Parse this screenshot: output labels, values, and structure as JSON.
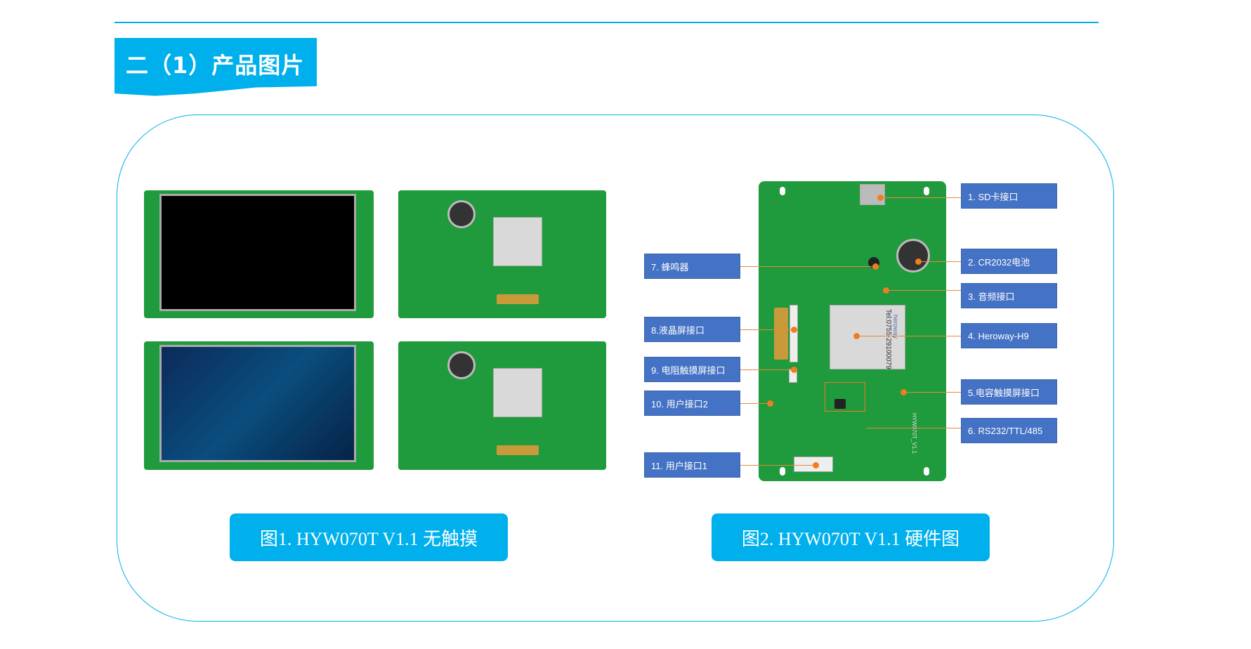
{
  "section_title": "二（1）产品图片",
  "captions": {
    "fig1": "图1. HYW070T V1.1 无触摸",
    "fig2": "图2. HYW070T V1.1 硬件图"
  },
  "module": {
    "brand": "heroway",
    "tel": "Tel:0755-29100079",
    "board_name": "HYW070T_V1.1"
  },
  "labels_right": [
    "1. SD卡接口",
    "2. CR2032电池",
    "3. 音频接口",
    "4. Heroway-H9",
    "5.电容触摸屏接口",
    "6. RS232/TTL/485"
  ],
  "labels_left": [
    "7. 蜂鸣器",
    "8.液晶屏接口",
    "9. 电阻触摸屏接口",
    "10. 用户接口2",
    "11. 用户接口1"
  ],
  "colors": {
    "accent": "#00b0ec",
    "label": "#4472c4",
    "pcb": "#1f9a3c",
    "pointer": "#f07d22"
  }
}
